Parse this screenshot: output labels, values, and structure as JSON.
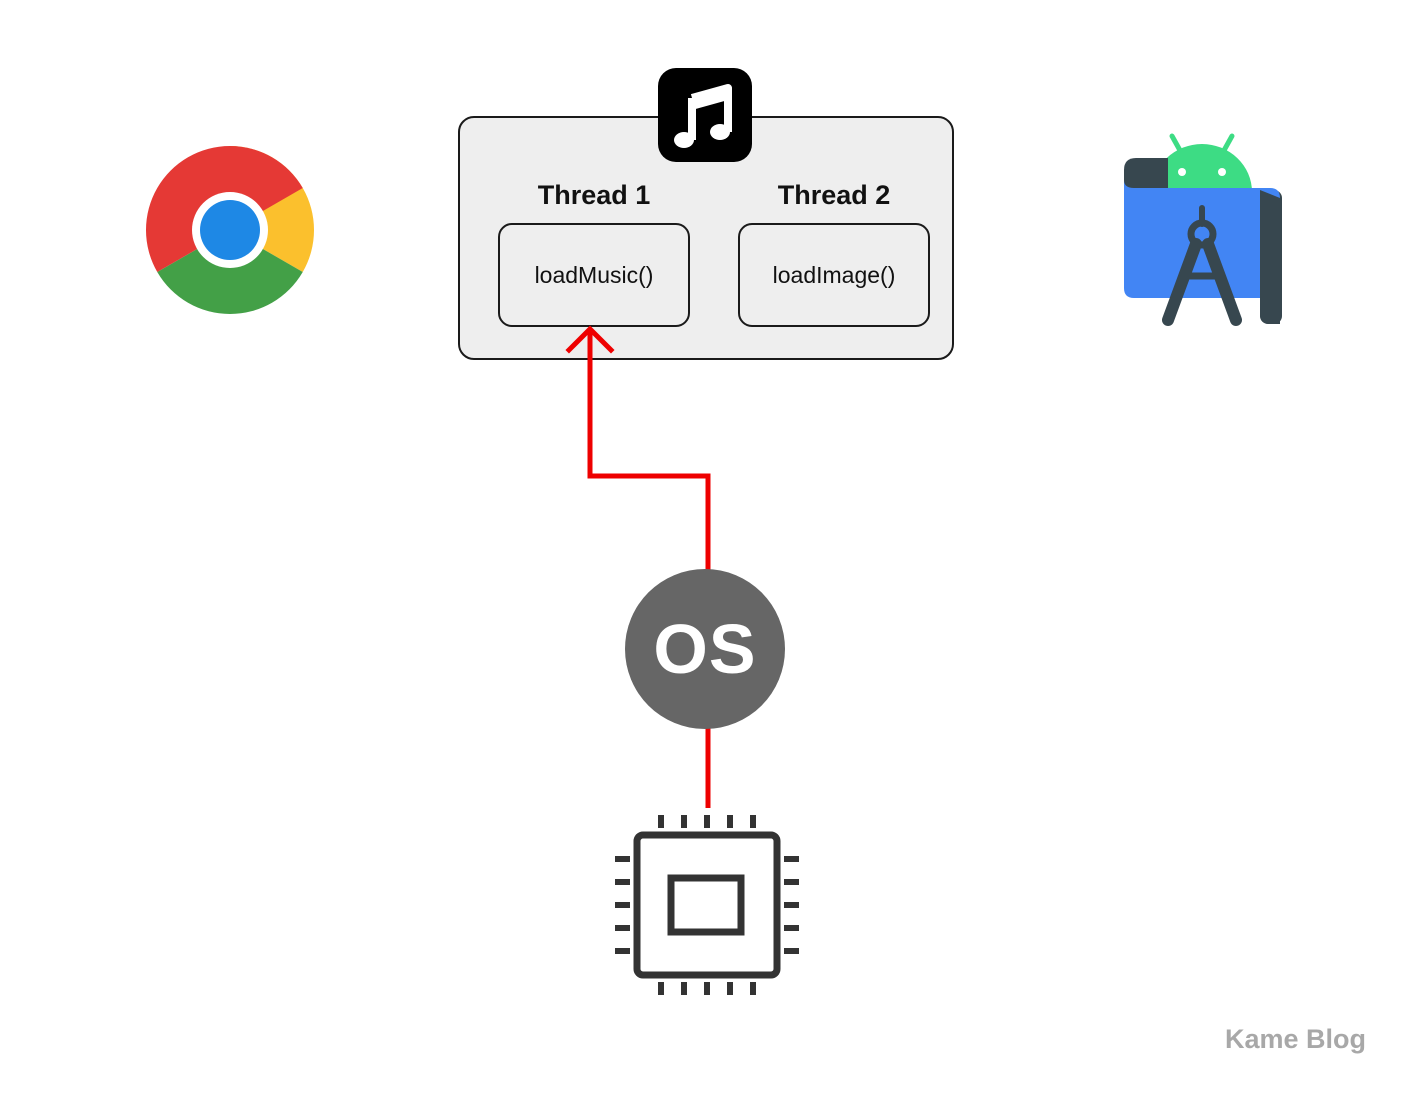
{
  "process": {
    "threads": [
      {
        "label": "Thread 1",
        "function": "loadMusic()"
      },
      {
        "label": "Thread 2",
        "function": "loadImage()"
      }
    ]
  },
  "os": {
    "label": "OS"
  },
  "watermark": "Kame Blog",
  "icons": {
    "music_app": "music-note-icon",
    "browser": "chrome-icon",
    "ide": "android-studio-icon",
    "processor": "cpu-chip-icon"
  },
  "colors": {
    "arrow": "#ee0000",
    "os_circle": "#666666",
    "process_fill": "#eeeeee",
    "watermark": "#a8a8a8"
  }
}
